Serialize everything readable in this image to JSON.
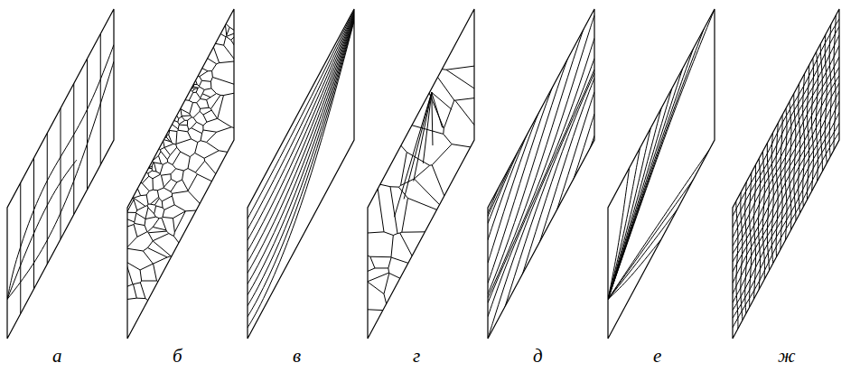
{
  "diagram": {
    "labels": [
      "а",
      "б",
      "в",
      "г",
      "д",
      "е",
      "ж"
    ]
  }
}
